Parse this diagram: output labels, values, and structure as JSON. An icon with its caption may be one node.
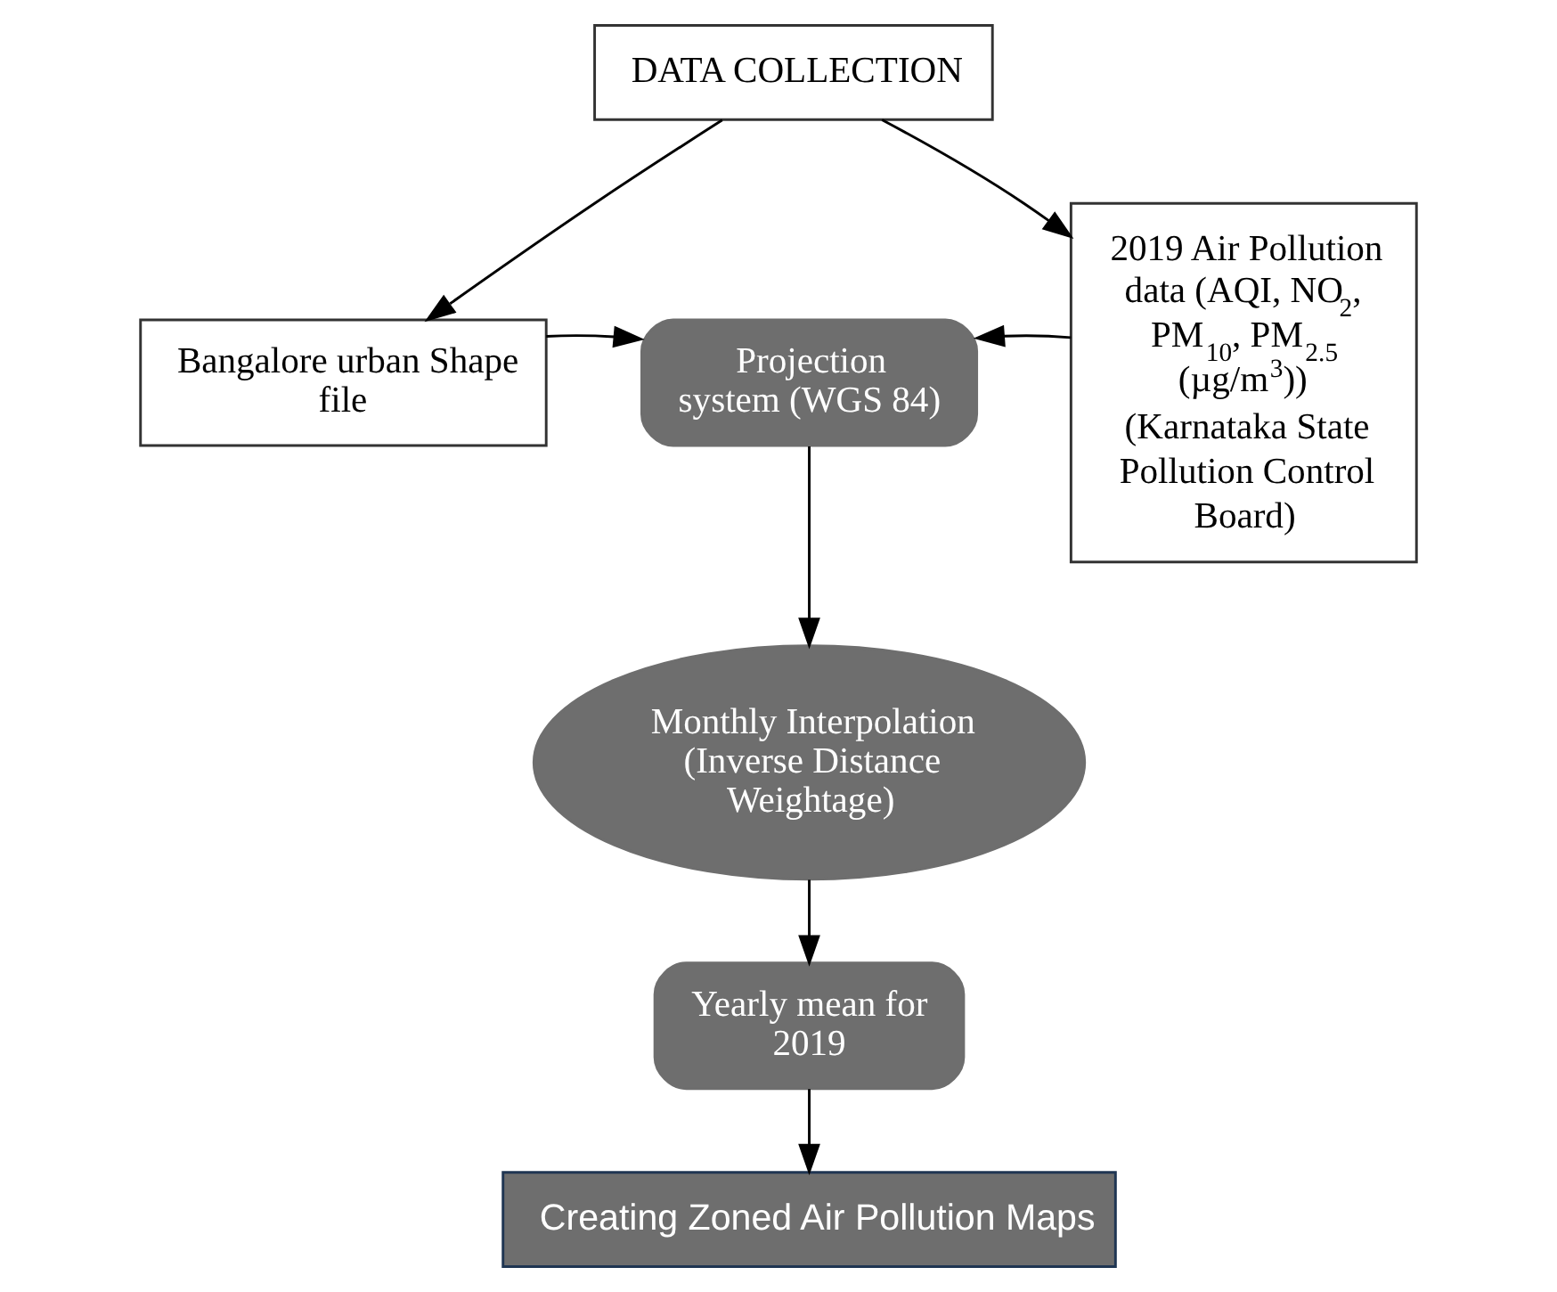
{
  "diagram": {
    "nodes": [
      {
        "text": [
          "DATA COLLECTION"
        ]
      },
      {
        "text": [
          "Bangalore urban Shape file"
        ]
      },
      {
        "text": [
          "Projection system (WGS 84)"
        ]
      },
      {
        "text": [
          "2019 Air Pollution data (AQI, NO$_{2}$, PM$_{10}$, PM$_{2.5}$ (µg/m$^{3}$))",
          "(Karnataka State Pollution Control Board)"
        ]
      },
      {
        "text": [
          "Monthly Interpolation (Inverse Distance Weightage)"
        ]
      },
      {
        "text": [
          "Yearly mean for 2019"
        ]
      },
      {
        "text": [
          "Creating Zoned Air Pollution Maps"
        ]
      }
    ],
    "edges": [
      {
        "from": 0,
        "to": 1,
        "arrow": "to"
      },
      {
        "from": 0,
        "to": 3,
        "arrow": "to"
      },
      {
        "from": 1,
        "to": 2,
        "arrow": "to"
      },
      {
        "from": 3,
        "to": 2,
        "arrow": "to"
      },
      {
        "from": 2,
        "to": 4,
        "arrow": "to"
      },
      {
        "from": 4,
        "to": 5,
        "arrow": "to"
      },
      {
        "from": 5,
        "to": 6,
        "arrow": "to"
      }
    ]
  }
}
